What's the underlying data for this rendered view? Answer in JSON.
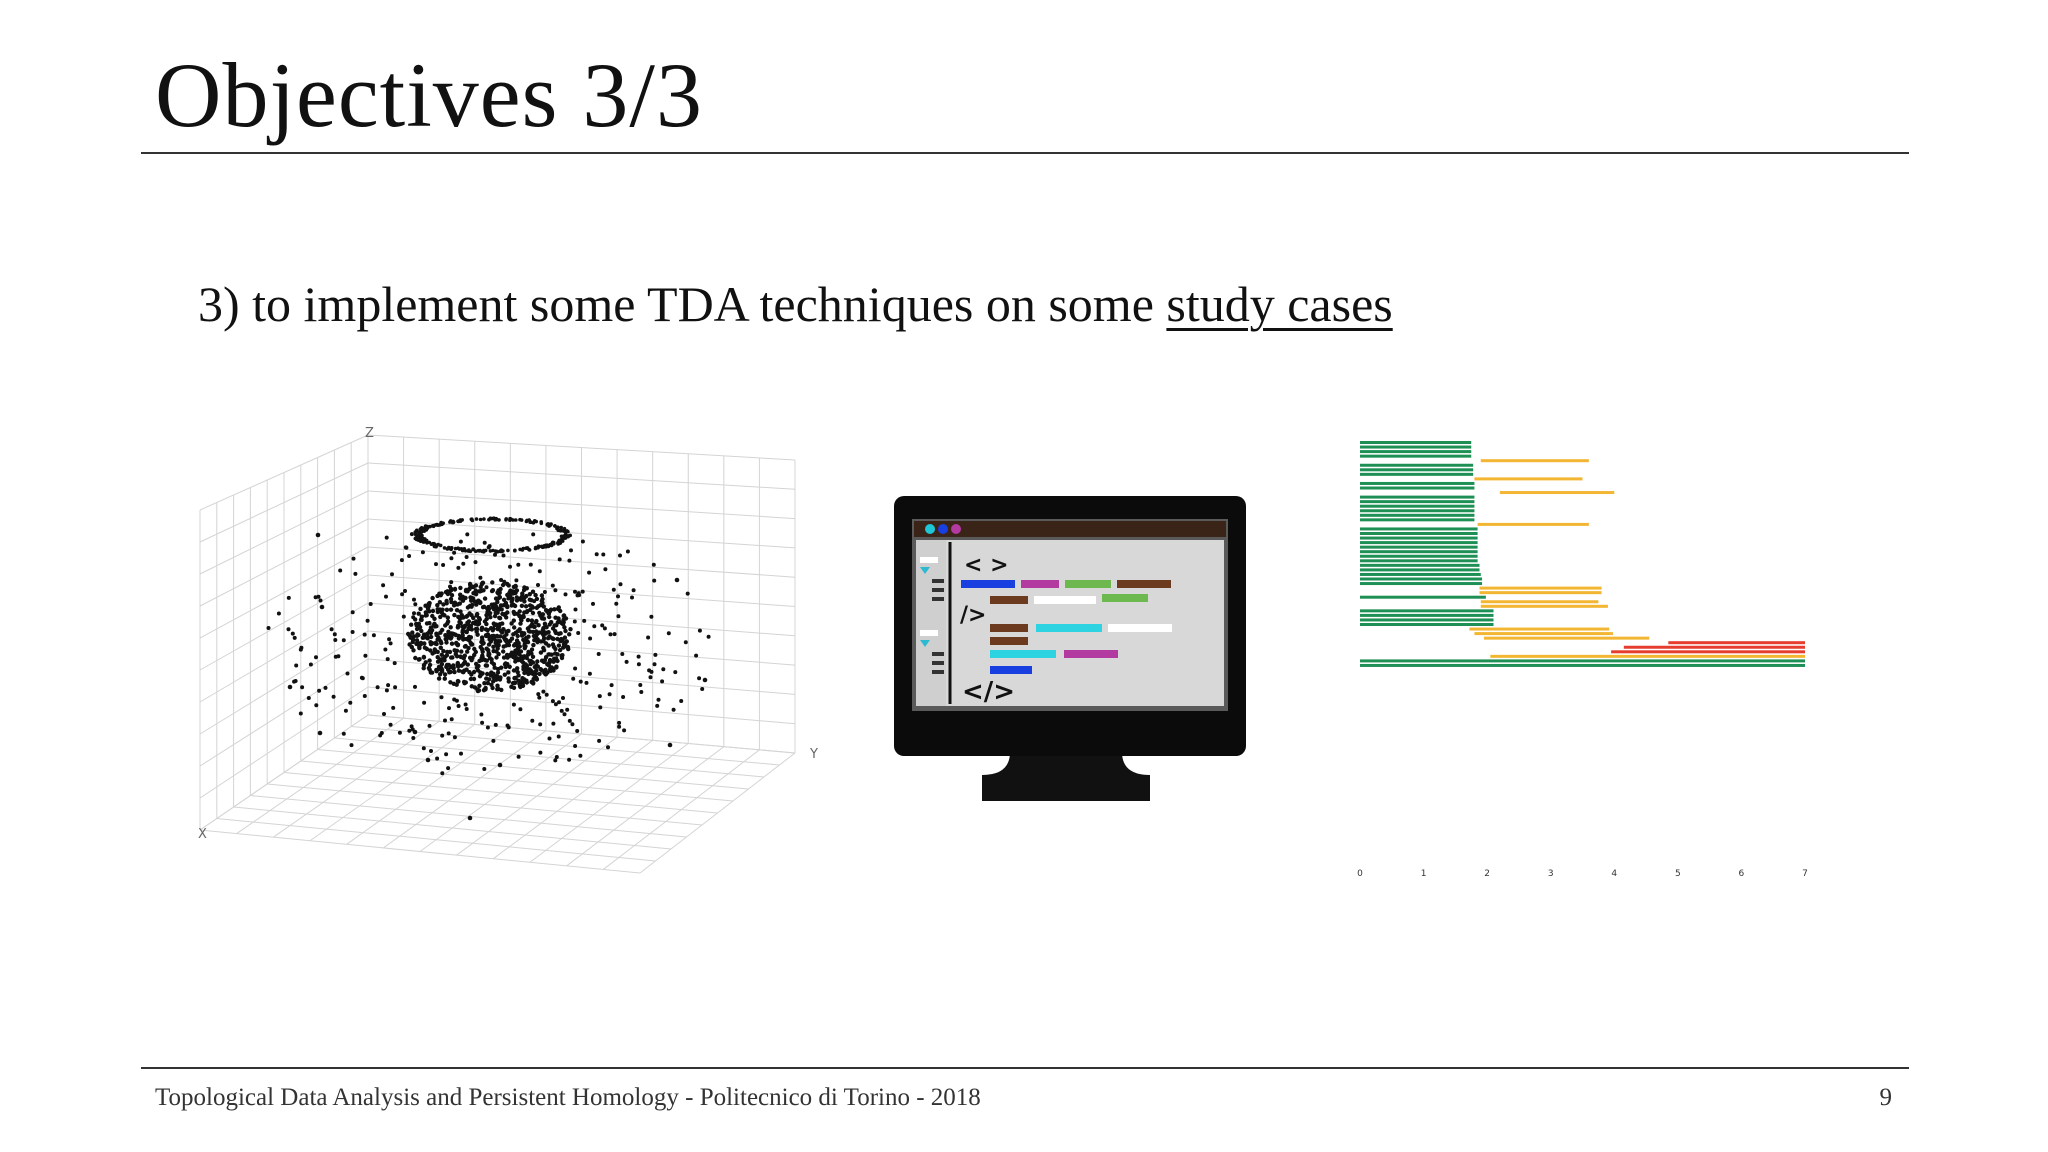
{
  "slide": {
    "title": "Objectives 3/3",
    "bullet_prefix": "3) to implement some TDA techniques on some ",
    "bullet_link": "study cases",
    "footer": "Topological Data Analysis and Persistent Homology - Politecnico di Torino - 2018",
    "page_number": "9"
  },
  "scatter3d": {
    "axis_labels": {
      "z": "Z",
      "y": "Y",
      "x": "X"
    }
  },
  "monitor": {
    "dot_colors": [
      "#1fc6d6",
      "#1a3fe0",
      "#b23aa0"
    ],
    "code_glyphs": [
      "<  >",
      "/>",
      "</>"
    ]
  },
  "chart_data": {
    "type": "barcode",
    "x_ticks": [
      "0",
      "1",
      "2",
      "3",
      "4",
      "5",
      "6",
      "7"
    ],
    "xlim": [
      0,
      7
    ],
    "series_colors": {
      "H0": "#1e8f55",
      "H1": "#f2b632",
      "H2": "#e63d2e"
    },
    "bars": [
      {
        "s": 0,
        "e": 1.75,
        "c": "H0"
      },
      {
        "s": 0,
        "e": 1.75,
        "c": "H0"
      },
      {
        "s": 0,
        "e": 1.75,
        "c": "H0"
      },
      {
        "s": 0,
        "e": 1.75,
        "c": "H0"
      },
      {
        "s": 1.9,
        "e": 3.6,
        "c": "H1"
      },
      {
        "s": 0,
        "e": 1.78,
        "c": "H0"
      },
      {
        "s": 0,
        "e": 1.78,
        "c": "H0"
      },
      {
        "s": 0,
        "e": 1.78,
        "c": "H0"
      },
      {
        "s": 1.8,
        "e": 3.5,
        "c": "H1"
      },
      {
        "s": 0,
        "e": 1.8,
        "c": "H0"
      },
      {
        "s": 0,
        "e": 1.8,
        "c": "H0"
      },
      {
        "s": 2.2,
        "e": 4.0,
        "c": "H1"
      },
      {
        "s": 0,
        "e": 1.8,
        "c": "H0"
      },
      {
        "s": 0,
        "e": 1.8,
        "c": "H0"
      },
      {
        "s": 0,
        "e": 1.8,
        "c": "H0"
      },
      {
        "s": 0,
        "e": 1.8,
        "c": "H0"
      },
      {
        "s": 0,
        "e": 1.8,
        "c": "H0"
      },
      {
        "s": 0,
        "e": 1.8,
        "c": "H0"
      },
      {
        "s": 1.85,
        "e": 3.6,
        "c": "H1"
      },
      {
        "s": 0,
        "e": 1.85,
        "c": "H0"
      },
      {
        "s": 0,
        "e": 1.85,
        "c": "H0"
      },
      {
        "s": 0,
        "e": 1.85,
        "c": "H0"
      },
      {
        "s": 0,
        "e": 1.85,
        "c": "H0"
      },
      {
        "s": 0,
        "e": 1.85,
        "c": "H0"
      },
      {
        "s": 0,
        "e": 1.85,
        "c": "H0"
      },
      {
        "s": 0,
        "e": 1.85,
        "c": "H0"
      },
      {
        "s": 0,
        "e": 1.85,
        "c": "H0"
      },
      {
        "s": 0,
        "e": 1.88,
        "c": "H0"
      },
      {
        "s": 0,
        "e": 1.88,
        "c": "H0"
      },
      {
        "s": 0,
        "e": 1.9,
        "c": "H0"
      },
      {
        "s": 0,
        "e": 1.92,
        "c": "H0"
      },
      {
        "s": 0,
        "e": 1.92,
        "c": "H0"
      },
      {
        "s": 1.88,
        "e": 3.8,
        "c": "H1"
      },
      {
        "s": 1.88,
        "e": 3.8,
        "c": "H1"
      },
      {
        "s": 0,
        "e": 1.98,
        "c": "H0"
      },
      {
        "s": 1.9,
        "e": 3.75,
        "c": "H1"
      },
      {
        "s": 1.9,
        "e": 3.9,
        "c": "H1"
      },
      {
        "s": 0,
        "e": 2.1,
        "c": "H0"
      },
      {
        "s": 0,
        "e": 2.1,
        "c": "H0"
      },
      {
        "s": 0,
        "e": 2.1,
        "c": "H0"
      },
      {
        "s": 0,
        "e": 2.1,
        "c": "H0"
      },
      {
        "s": 1.72,
        "e": 3.92,
        "c": "H1"
      },
      {
        "s": 1.8,
        "e": 3.98,
        "c": "H1"
      },
      {
        "s": 1.95,
        "e": 4.55,
        "c": "H1"
      },
      {
        "s": 4.85,
        "e": 7.0,
        "c": "H2"
      },
      {
        "s": 4.15,
        "e": 7.0,
        "c": "H2"
      },
      {
        "s": 3.95,
        "e": 7.0,
        "c": "H2"
      },
      {
        "s": 2.05,
        "e": 7.0,
        "c": "H1"
      },
      {
        "s": 0,
        "e": 7.0,
        "c": "H0"
      },
      {
        "s": 0,
        "e": 7.0,
        "c": "H0"
      }
    ]
  }
}
